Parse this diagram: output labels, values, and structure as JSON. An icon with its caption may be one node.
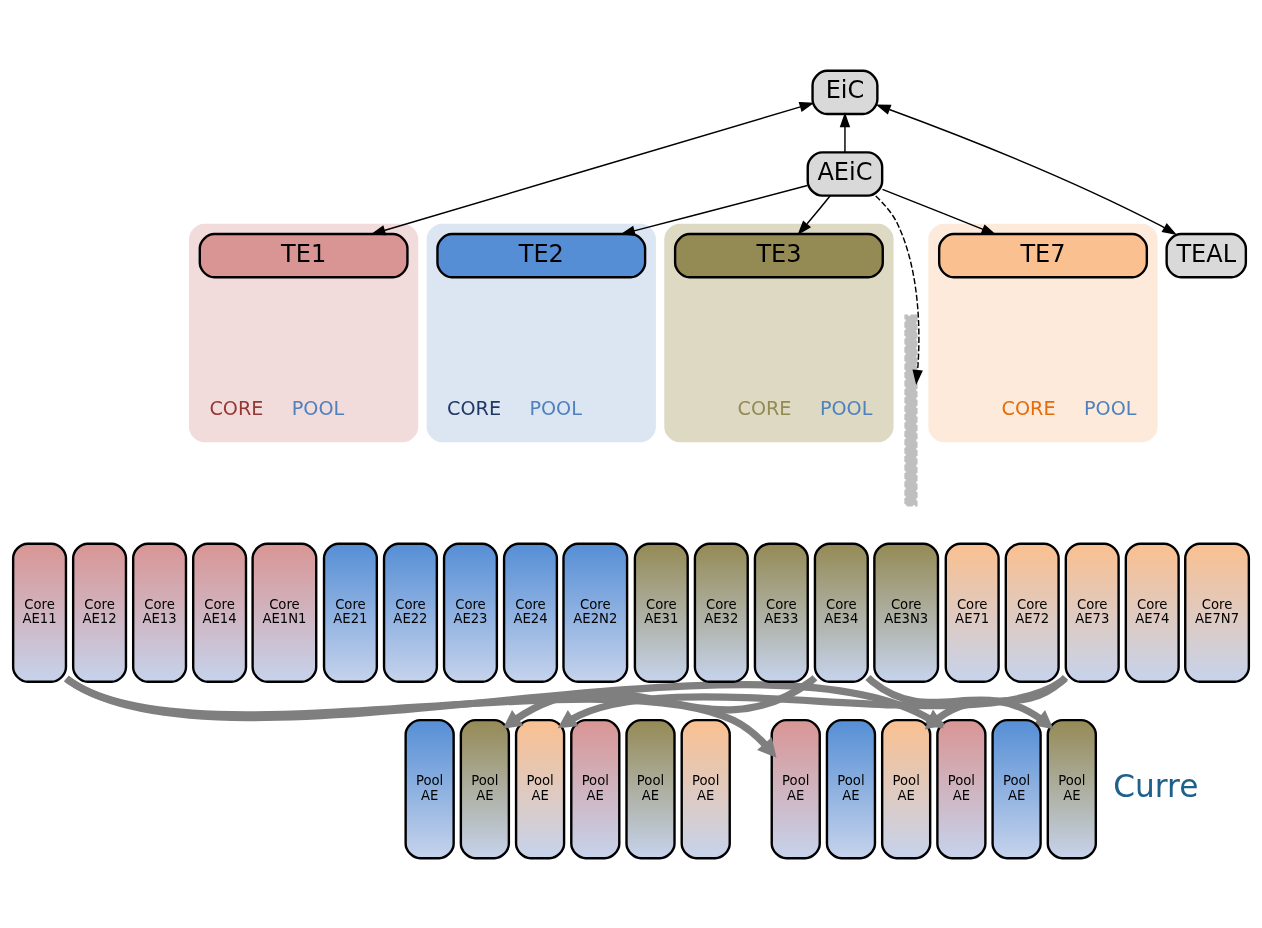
{
  "diagram": {
    "nodes": [
      {
        "text": [
          "EiC"
        ]
      },
      {
        "text": [
          "AEiC"
        ]
      },
      {
        "text": [],
        "shape": "box"
      },
      {
        "text": [
          "TE1"
        ],
        "in": 2
      },
      {
        "text": [
          "Core AE11"
        ]
      },
      {
        "text": [
          "Core AE12"
        ]
      },
      {
        "text": [
          "Core AE13"
        ]
      },
      {
        "text": [
          "Core AE14"
        ]
      },
      {
        "text": [
          "Core AE1N1"
        ]
      },
      {
        "text": [
          "Pool AE"
        ]
      },
      {
        "text": [
          "Pool AE"
        ]
      },
      {
        "text": [
          "Pool AE"
        ]
      },
      {
        "text": [],
        "shape": "box"
      },
      {
        "text": [
          "TE2"
        ],
        "in": 12
      },
      {
        "text": [
          "Core AE21"
        ]
      },
      {
        "text": [
          "Core AE22"
        ]
      },
      {
        "text": [
          "Core AE23"
        ]
      },
      {
        "text": [
          "Core AE24"
        ]
      },
      {
        "text": [
          "Core AE2N2"
        ]
      },
      {
        "text": [
          "Pool AE"
        ]
      },
      {
        "text": [
          "Pool AE"
        ]
      },
      {
        "text": [
          "Pool AE"
        ]
      },
      {
        "text": [],
        "shape": "box"
      },
      {
        "text": [
          "TE3"
        ],
        "in": 22
      },
      {
        "text": [
          "Core AE31"
        ]
      },
      {
        "text": [
          "Core AE32"
        ]
      },
      {
        "text": [
          "Core AE33"
        ]
      },
      {
        "text": [
          "Core AE34"
        ]
      },
      {
        "text": [
          "Core AE3N3"
        ]
      },
      {
        "text": [
          "Pool AE"
        ]
      },
      {
        "text": [
          "Pool AE"
        ]
      },
      {
        "text": [
          "Pool AE"
        ]
      },
      {
        "text": [],
        "shape": "bar"
      },
      {
        "text": [],
        "shape": "box"
      },
      {
        "text": [
          "TE7"
        ],
        "in": 33
      },
      {
        "text": [
          "Core AE71"
        ]
      },
      {
        "text": [
          "Core AE72"
        ]
      },
      {
        "text": [
          "Core AE73"
        ]
      },
      {
        "text": [
          "Core AE74"
        ]
      },
      {
        "text": [
          "Core AE7N7"
        ]
      },
      {
        "text": [
          "Pool AE"
        ]
      },
      {
        "text": [
          "Pool AE"
        ]
      },
      {
        "text": [
          "Pool AE"
        ]
      },
      {
        "text": [
          "TEAL"
        ]
      }
    ],
    "edges": [
      {
        "from": 1,
        "to": 0,
        "arrow": "to"
      },
      {
        "from": 0,
        "to": 3,
        "arrow": "both"
      },
      {
        "from": 1,
        "to": 13,
        "arrow": "to"
      },
      {
        "from": 1,
        "to": 23,
        "arrow": "to"
      },
      {
        "from": 1,
        "to": 32,
        "arrow": "to",
        "style": "dashed"
      },
      {
        "from": 1,
        "to": 34,
        "arrow": "to"
      },
      {
        "from": 0,
        "to": 43,
        "arrow": "both"
      },
      {
        "from": 4,
        "to": 29,
        "arrow": "to",
        "style": "thick",
        "color": "#7f7f7f"
      },
      {
        "from": 4,
        "to": 40,
        "arrow": "to",
        "style": "thick",
        "color": "#7f7f7f"
      },
      {
        "from": 27,
        "to": 10,
        "arrow": "to",
        "style": "thick",
        "color": "#7f7f7f"
      },
      {
        "from": 27,
        "to": 42,
        "arrow": "to",
        "style": "thick",
        "color": "#7f7f7f"
      },
      {
        "from": 37,
        "to": 31,
        "arrow": "to",
        "style": "thick",
        "color": "#7f7f7f"
      },
      {
        "from": 37,
        "to": 11,
        "arrow": "to",
        "style": "thick",
        "color": "#7f7f7f"
      }
    ],
    "labels": [
      "CORE",
      "POOL",
      "CORE",
      "POOL",
      "CORE",
      "POOL",
      "CORE",
      "POOL",
      "Curre"
    ]
  }
}
